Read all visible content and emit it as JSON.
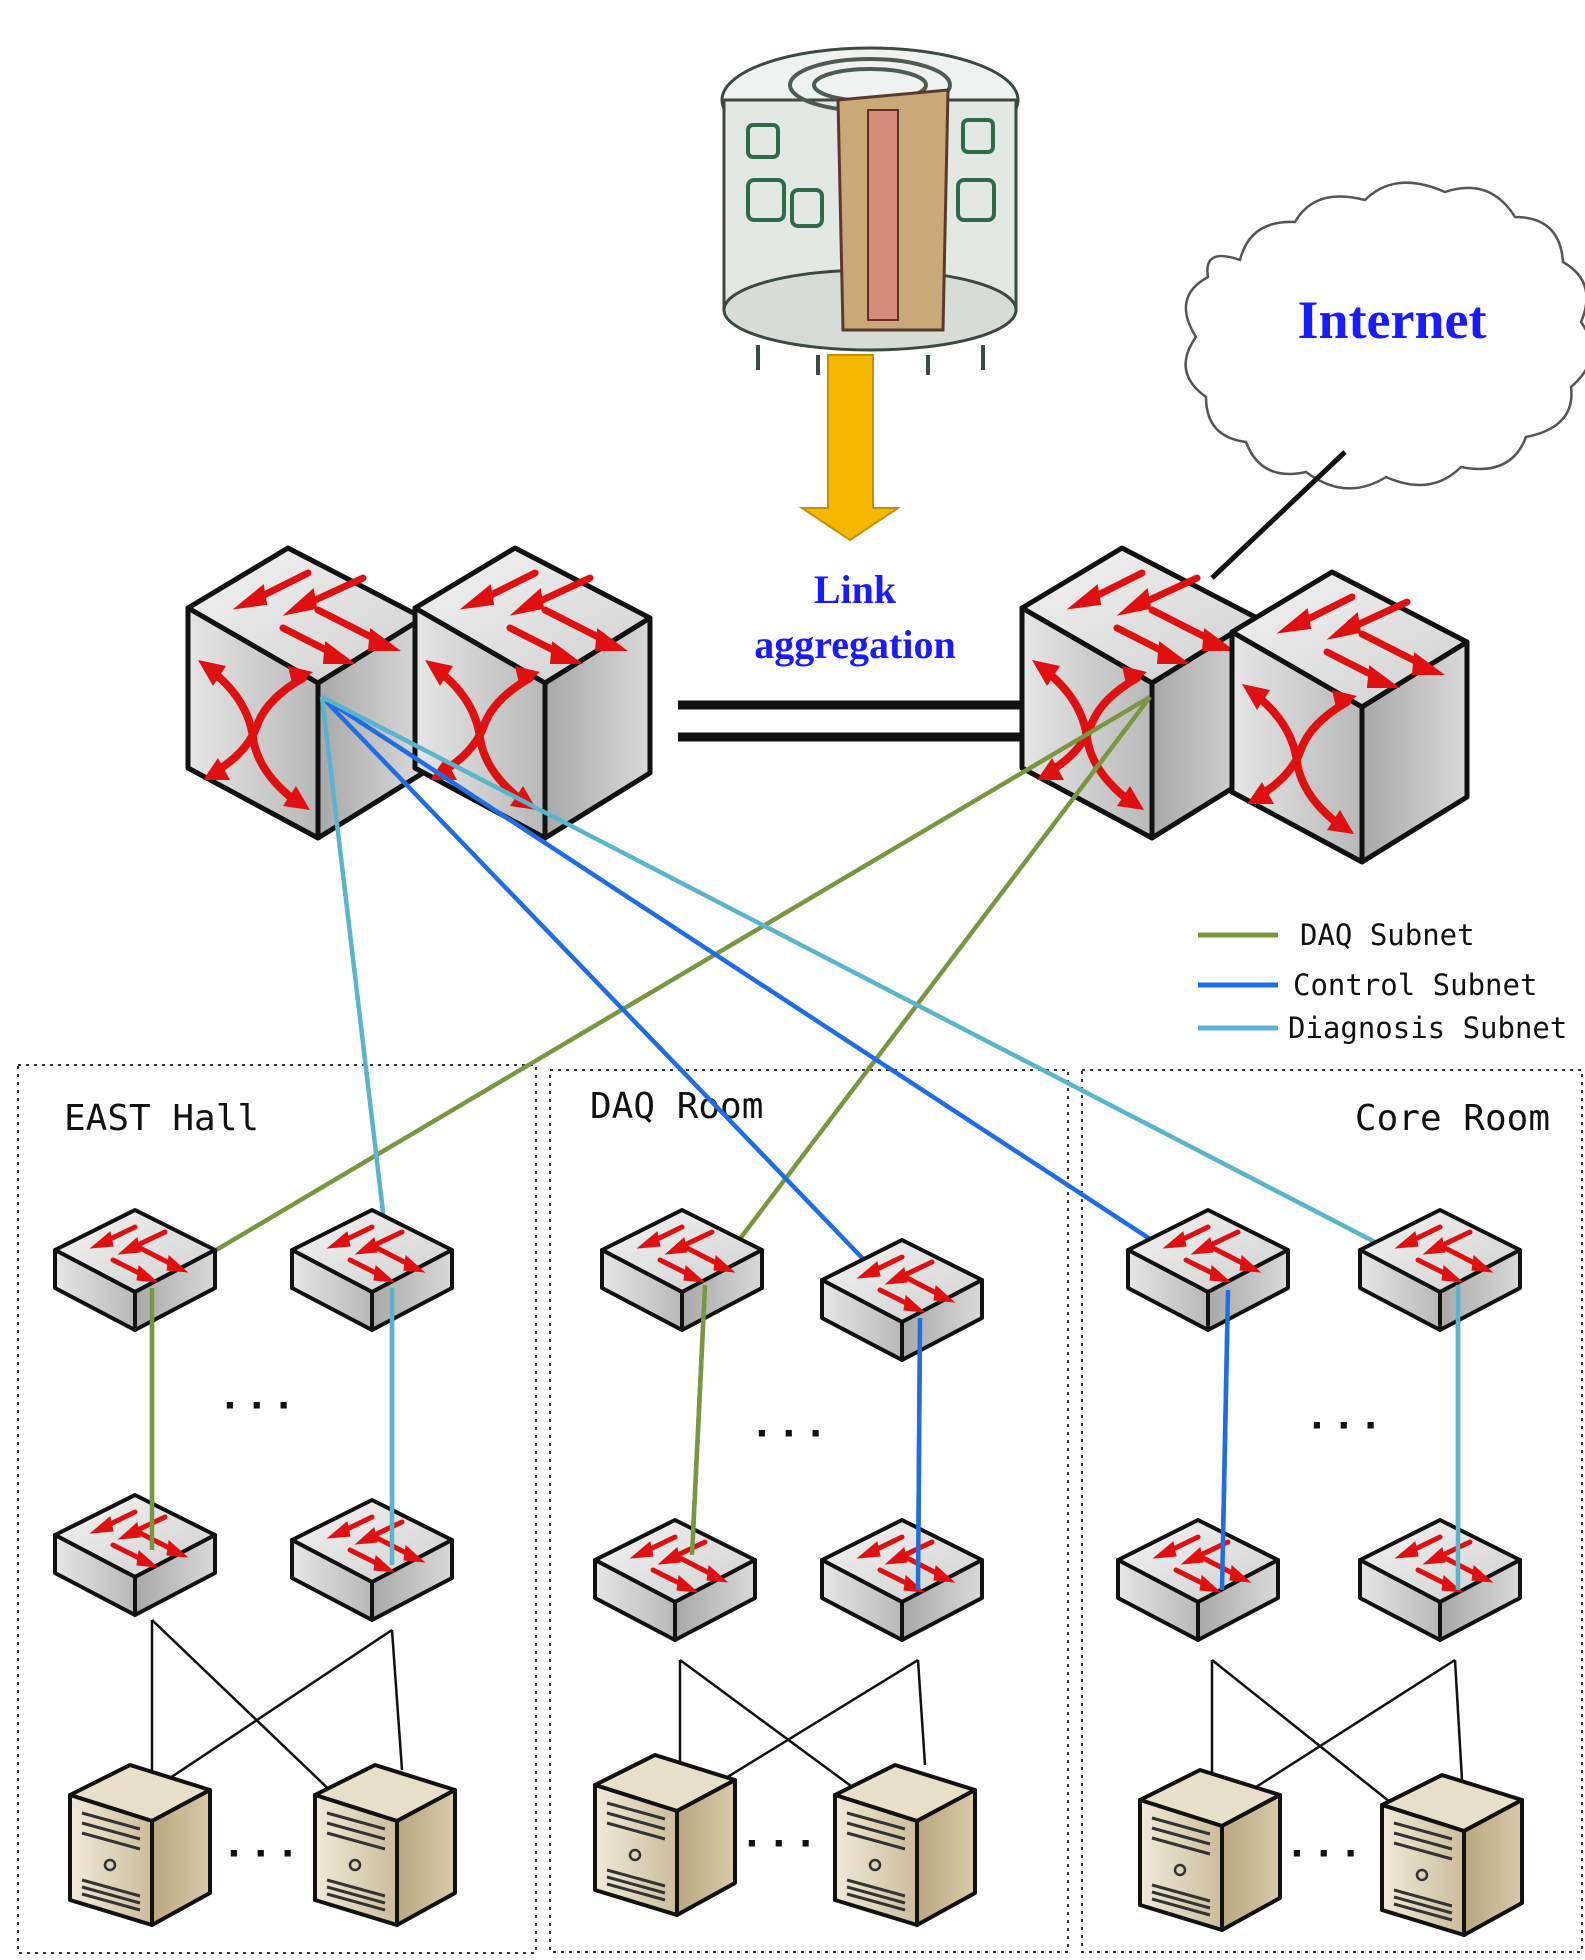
{
  "cloud": {
    "label": "Internet"
  },
  "link": {
    "line1": "Link",
    "line2": "aggregation"
  },
  "legend": [
    {
      "name": "DAQ Subnet",
      "color": "#7b9640"
    },
    {
      "name": "Control Subnet",
      "color": "#1f6de6"
    },
    {
      "name": "Diagnosis Subnet",
      "color": "#5ab4cc"
    }
  ],
  "rooms": [
    {
      "label": "EAST Hall"
    },
    {
      "label": "DAQ Room"
    },
    {
      "label": "Core Room"
    }
  ],
  "ellipsis": "· · ·",
  "colors": {
    "arrow_fill": "#f5b800",
    "arrow_red": "#e01010",
    "cube_face": "#d8d8d8",
    "server_face": "#d9ccb0",
    "room_border": "#333333",
    "link_text": "#1a1aff"
  },
  "icons": {
    "device": "tokamak-device-icon",
    "core_switch": "core-switch-icon",
    "access_switch": "access-switch-icon",
    "server": "server-icon",
    "cloud": "cloud-icon"
  }
}
